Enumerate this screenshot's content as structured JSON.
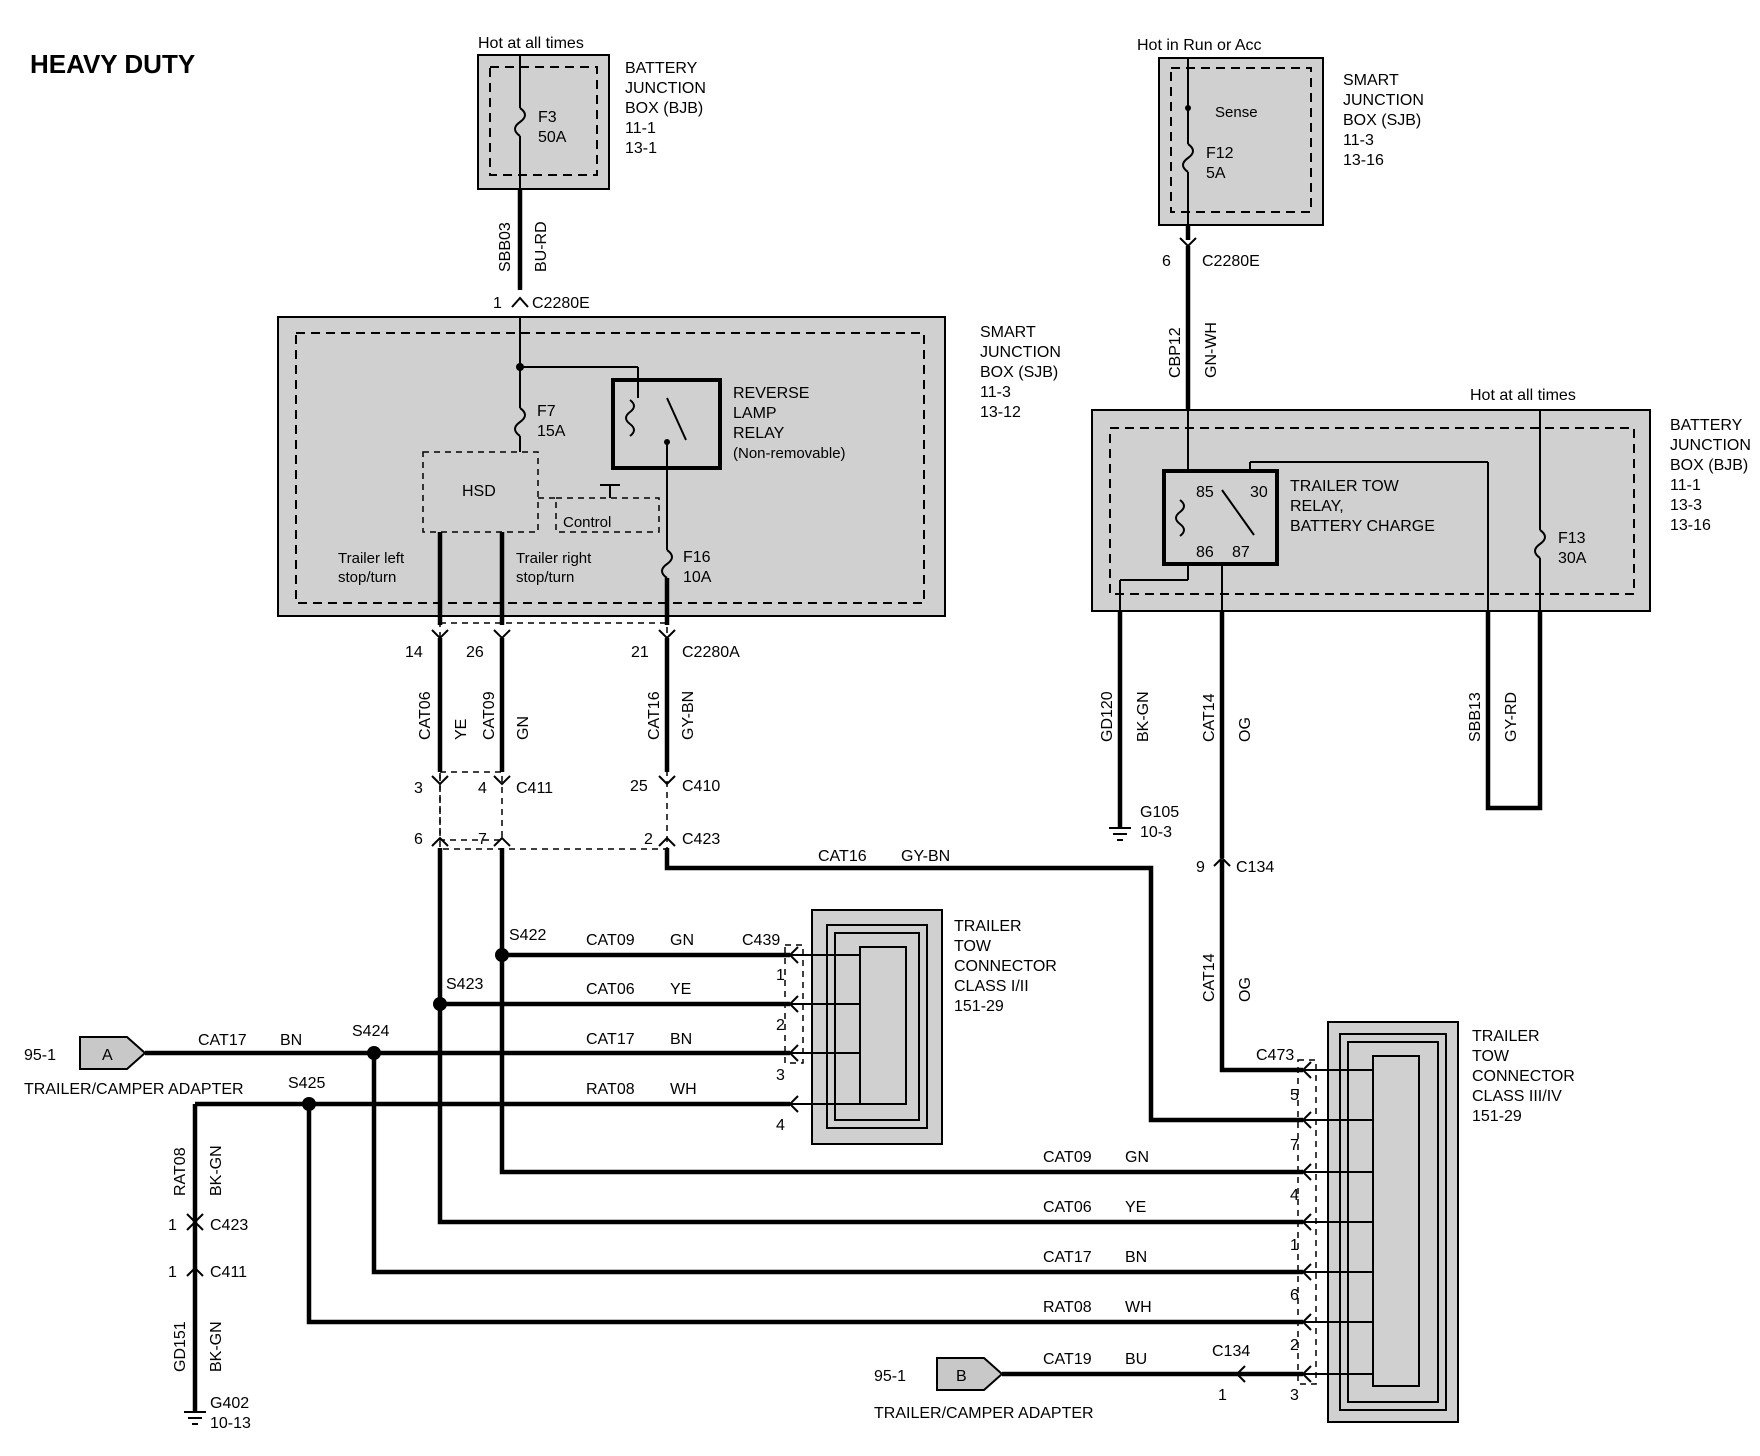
{
  "title": "HEAVY DUTY",
  "bjb_top": {
    "note": "Hot at all times",
    "name_lines": [
      "BATTERY",
      "JUNCTION",
      "BOX (BJB)",
      "11-1",
      "13-1"
    ],
    "fuse": [
      "F3",
      "50A"
    ]
  },
  "sjb_top_right": {
    "note": "Hot in Run or Acc",
    "name_lines": [
      "SMART",
      "JUNCTION",
      "BOX (SJB)",
      "11-3",
      "13-16"
    ],
    "sense": "Sense",
    "fuse": [
      "F12",
      "5A"
    ]
  },
  "sjb_main": {
    "name_lines": [
      "SMART",
      "JUNCTION",
      "BOX (SJB)",
      "11-3",
      "13-12"
    ],
    "fuse_f7": [
      "F7",
      "15A"
    ],
    "fuse_f16": [
      "F16",
      "10A"
    ],
    "relay_lines": [
      "REVERSE",
      "LAMP",
      "RELAY",
      "(Non-removable)"
    ],
    "hsd": "HSD",
    "control": "Control",
    "left_out": [
      "Trailer left",
      "stop/turn"
    ],
    "right_out": [
      "Trailer right",
      "stop/turn"
    ]
  },
  "bjb_right": {
    "note": "Hot at all times",
    "name_lines": [
      "BATTERY",
      "JUNCTION",
      "BOX (BJB)",
      "11-1",
      "13-3",
      "13-16"
    ],
    "relay_lines": [
      "TRAILER TOW",
      "RELAY,",
      "BATTERY CHARGE"
    ],
    "pins": [
      "85",
      "30",
      "86",
      "87"
    ],
    "fuse": [
      "F13",
      "30A"
    ]
  },
  "connectors": {
    "c2280e": "C2280E",
    "c2280a": "C2280A",
    "c411": "C411",
    "c410": "C410",
    "c423": "C423",
    "c134": "C134",
    "c439": "C439",
    "c473": "C473"
  },
  "pins": {
    "p1": "1",
    "p6": "6",
    "p14": "14",
    "p26": "26",
    "p21": "21",
    "p3": "3",
    "p4": "4",
    "p25": "25",
    "p6b": "6",
    "p7": "7",
    "p2": "2",
    "p9": "9"
  },
  "circuits": {
    "sbb03": "SBB03",
    "bu_rd": "BU-RD",
    "cbp12": "CBP12",
    "gn_wh": "GN-WH",
    "cat06": "CAT06",
    "ye": "YE",
    "cat09": "CAT09",
    "gn": "GN",
    "cat16": "CAT16",
    "gy_bn": "GY-BN",
    "gd120": "GD120",
    "bk_gn": "BK-GN",
    "cat14": "CAT14",
    "og": "OG",
    "sbb13": "SBB13",
    "gy_rd": "GY-RD",
    "cat17": "CAT17",
    "bn": "BN",
    "rat08": "RAT08",
    "wh": "WH",
    "gd151": "GD151",
    "cat19": "CAT19",
    "bu": "BU"
  },
  "splices": {
    "s422": "S422",
    "s423": "S423",
    "s424": "S424",
    "s425": "S425"
  },
  "grounds": {
    "g105": [
      "G105",
      "10-3"
    ],
    "g402": [
      "G402",
      "10-13"
    ]
  },
  "adapter_a": {
    "letter": "A",
    "ref": "95-1",
    "label": "TRAILER/CAMPER ADAPTER"
  },
  "adapter_b": {
    "letter": "B",
    "ref": "95-1",
    "label": "TRAILER/CAMPER ADAPTER"
  },
  "tow_small": {
    "name_lines": [
      "TRAILER",
      "TOW",
      "CONNECTOR",
      "CLASS I/II",
      "151-29"
    ],
    "pins": [
      "1",
      "2",
      "3",
      "4"
    ]
  },
  "tow_large": {
    "name_lines": [
      "TRAILER",
      "TOW",
      "CONNECTOR",
      "CLASS III/IV",
      "151-29"
    ],
    "pins": [
      "5",
      "7",
      "4",
      "1",
      "6",
      "2",
      "3"
    ],
    "c134_pin": "1"
  },
  "left_drop": {
    "c423_pin": "1",
    "c411_pin": "1"
  }
}
